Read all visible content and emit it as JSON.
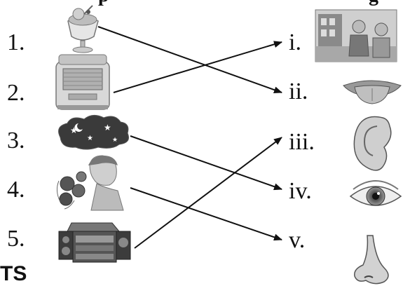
{
  "heading": {
    "left_fragment": "p",
    "right_fragment": "g"
  },
  "left_items": [
    {
      "number": "1.",
      "picture": "ice-cream-sundae"
    },
    {
      "number": "2.",
      "picture": "air-cooler"
    },
    {
      "number": "3.",
      "picture": "night-sky-stars"
    },
    {
      "number": "4.",
      "picture": "boy-smelling-roses"
    },
    {
      "number": "5.",
      "picture": "music-system"
    }
  ],
  "right_items": [
    {
      "numeral": "i.",
      "picture": "people-watching-stage"
    },
    {
      "numeral": "ii.",
      "picture": "tongue"
    },
    {
      "numeral": "iii.",
      "picture": "ear"
    },
    {
      "numeral": "iv.",
      "picture": "eye"
    },
    {
      "numeral": "v.",
      "picture": "nose"
    }
  ],
  "matches": [
    {
      "from": "1.",
      "to": "ii."
    },
    {
      "from": "2.",
      "to": "i."
    },
    {
      "from": "3.",
      "to": "iv."
    },
    {
      "from": "4.",
      "to": "v."
    },
    {
      "from": "5.",
      "to": "iii."
    }
  ],
  "footer": {
    "text": "TS"
  },
  "colors": {
    "ink": "#111111",
    "arrow": "#111111",
    "picture_gray": "#888888"
  }
}
